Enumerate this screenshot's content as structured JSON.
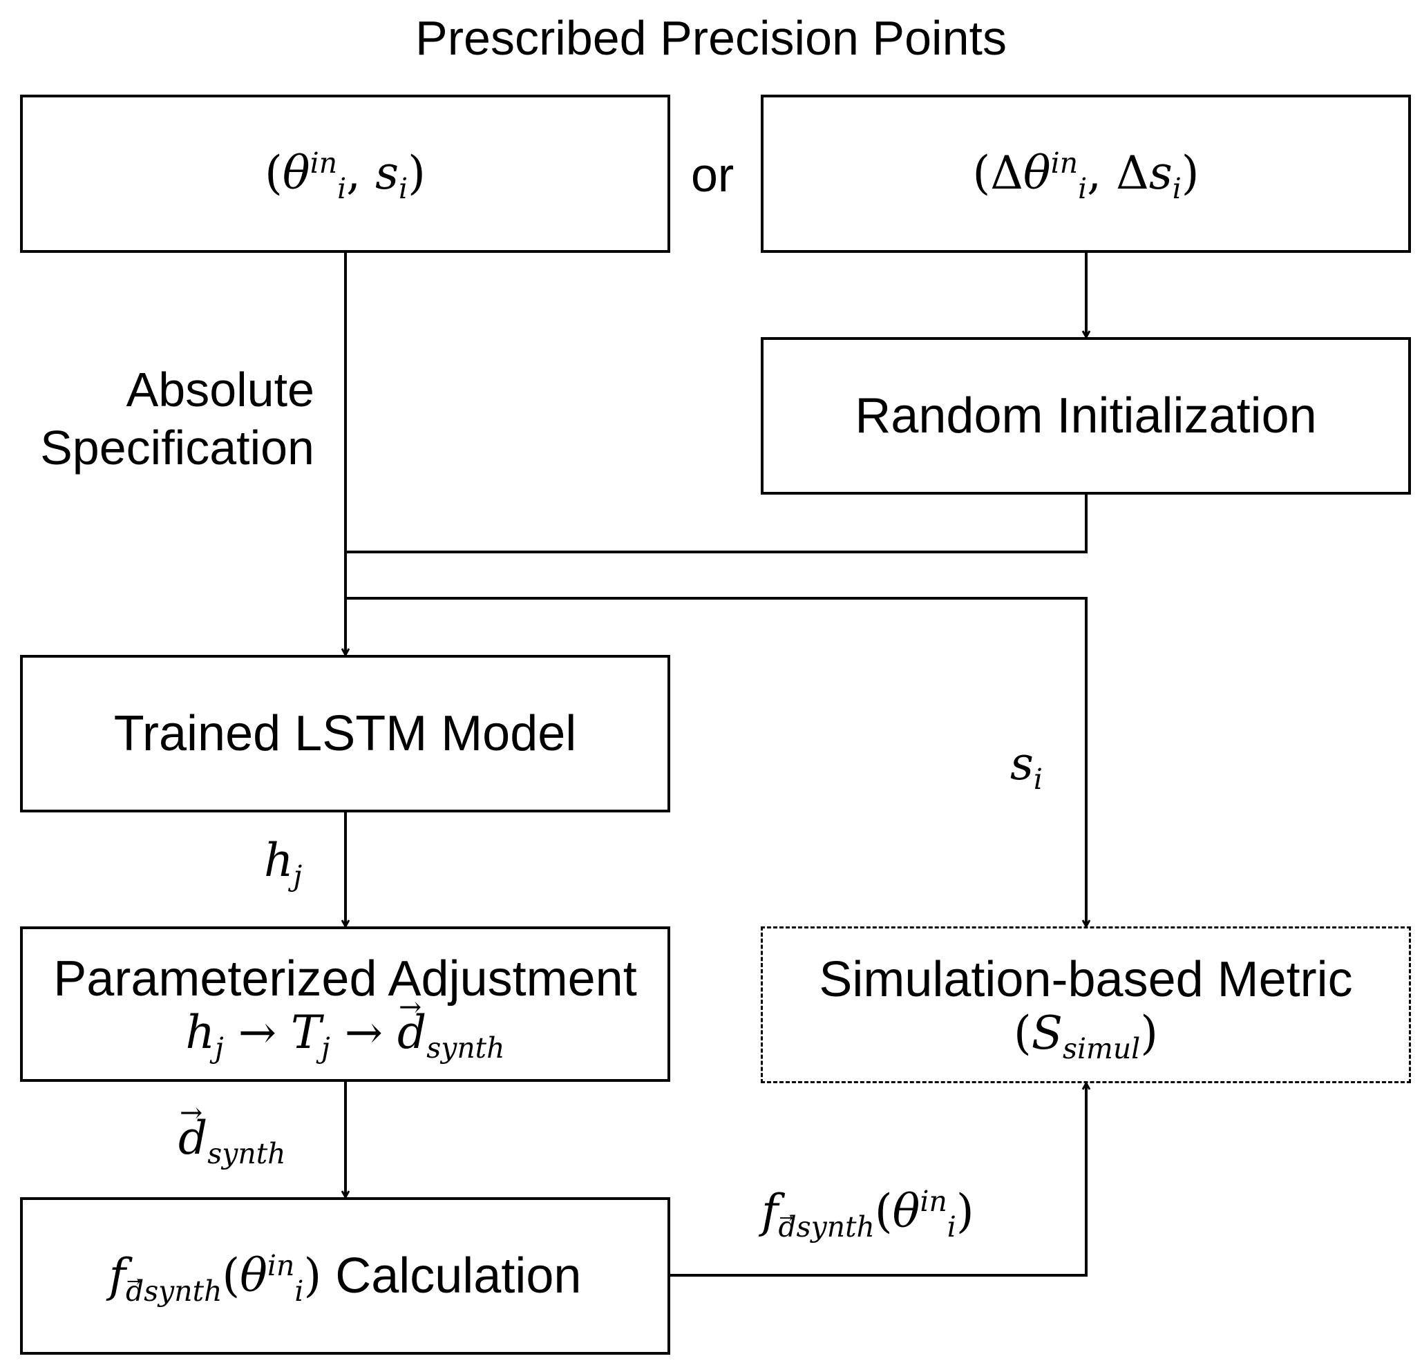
{
  "title": "Prescribed Precision Points",
  "or_label": "or",
  "left_label": {
    "line1": "Absolute",
    "line2": "Specification"
  },
  "boxes": {
    "absolute_input": {
      "math": [
        "(",
        "θ",
        "in",
        "i",
        ", ",
        "s",
        "i",
        ")"
      ]
    },
    "relative_input": {
      "math": [
        "(",
        "Δ",
        "θ",
        "in",
        "i",
        ", ",
        "Δ",
        "s",
        "i",
        ")"
      ]
    },
    "random_init": {
      "label": "Random Initialization"
    },
    "lstm": {
      "label": "Trained LSTM Model"
    },
    "param_adjust": {
      "label": "Parameterized Adjustment",
      "math": [
        "h",
        "j",
        " → ",
        "T",
        "j",
        " → ",
        "d",
        "synth"
      ]
    },
    "calc": {
      "math": [
        "f",
        "d",
        "synth",
        "(",
        "θ",
        "in",
        "i",
        ")"
      ],
      "label": " Calculation"
    },
    "metric": {
      "label": "Simulation-based Metric",
      "math": [
        "(",
        "S",
        "simul",
        ")"
      ]
    }
  },
  "edge_labels": {
    "s_i": [
      "s",
      "i"
    ],
    "h_j": [
      "h",
      "j"
    ],
    "d_synth": [
      "d",
      "synth"
    ],
    "f_out": [
      "f",
      "d",
      "synth",
      "(",
      "θ",
      "in",
      "i",
      ")"
    ]
  }
}
